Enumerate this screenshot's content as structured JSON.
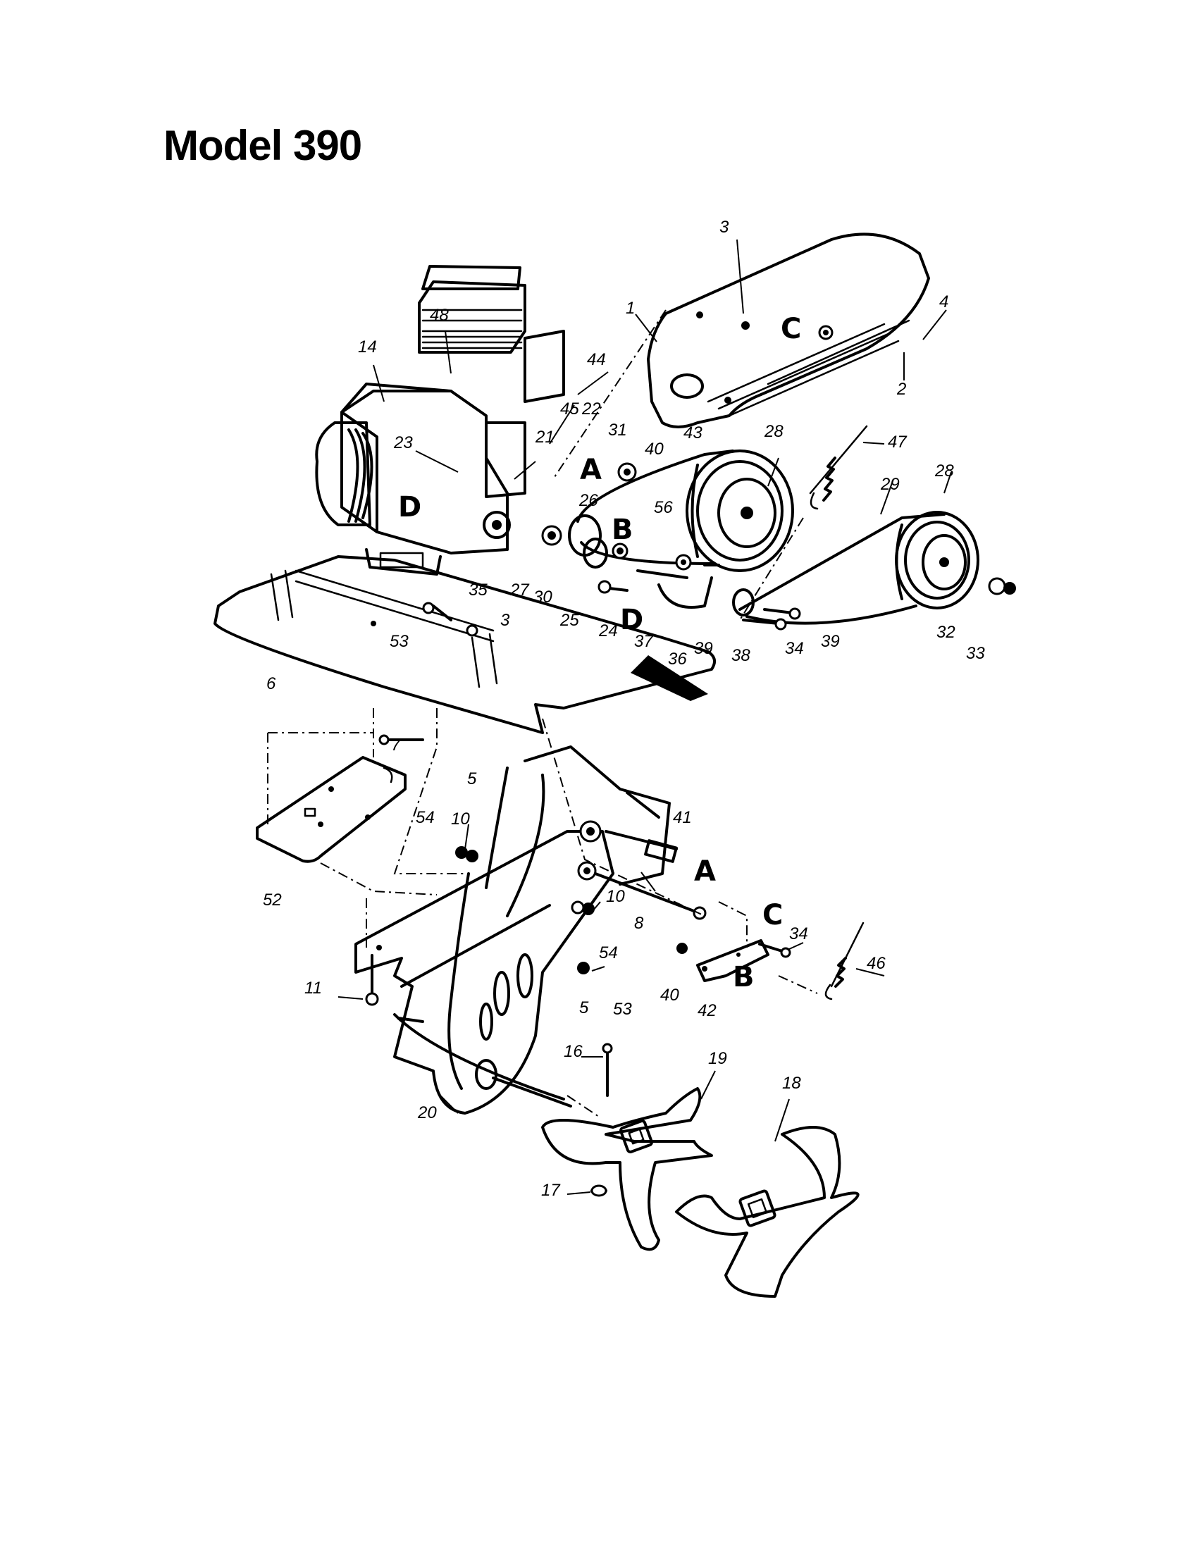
{
  "title": "Model 390",
  "part_labels": [
    {
      "id": "p1",
      "text": "1"
    },
    {
      "id": "p2",
      "text": "2"
    },
    {
      "id": "p3a",
      "text": "3"
    },
    {
      "id": "p3b",
      "text": "3"
    },
    {
      "id": "p4",
      "text": "4"
    },
    {
      "id": "p5a",
      "text": "5"
    },
    {
      "id": "p5b",
      "text": "5"
    },
    {
      "id": "p6",
      "text": "6"
    },
    {
      "id": "p7",
      "text": "7"
    },
    {
      "id": "p8",
      "text": "8"
    },
    {
      "id": "p10a",
      "text": "10"
    },
    {
      "id": "p10b",
      "text": "10"
    },
    {
      "id": "p11",
      "text": "11"
    },
    {
      "id": "p14",
      "text": "14"
    },
    {
      "id": "p16",
      "text": "16"
    },
    {
      "id": "p17",
      "text": "17"
    },
    {
      "id": "p18",
      "text": "18"
    },
    {
      "id": "p19",
      "text": "19"
    },
    {
      "id": "p20",
      "text": "20"
    },
    {
      "id": "p21",
      "text": "21"
    },
    {
      "id": "p22",
      "text": "22"
    },
    {
      "id": "p23",
      "text": "23"
    },
    {
      "id": "p24",
      "text": "24"
    },
    {
      "id": "p25",
      "text": "25"
    },
    {
      "id": "p26",
      "text": "26"
    },
    {
      "id": "p27",
      "text": "27"
    },
    {
      "id": "p28a",
      "text": "28"
    },
    {
      "id": "p28b",
      "text": "28"
    },
    {
      "id": "p29",
      "text": "29"
    },
    {
      "id": "p30",
      "text": "30"
    },
    {
      "id": "p31",
      "text": "31"
    },
    {
      "id": "p32",
      "text": "32"
    },
    {
      "id": "p33",
      "text": "33"
    },
    {
      "id": "p34a",
      "text": "34"
    },
    {
      "id": "p34b",
      "text": "34"
    },
    {
      "id": "p35",
      "text": "35"
    },
    {
      "id": "p36",
      "text": "36"
    },
    {
      "id": "p37",
      "text": "37"
    },
    {
      "id": "p38",
      "text": "38"
    },
    {
      "id": "p39a",
      "text": "39"
    },
    {
      "id": "p39b",
      "text": "39"
    },
    {
      "id": "p40a",
      "text": "40"
    },
    {
      "id": "p40b",
      "text": "40"
    },
    {
      "id": "p41",
      "text": "41"
    },
    {
      "id": "p42",
      "text": "42"
    },
    {
      "id": "p43",
      "text": "43"
    },
    {
      "id": "p44",
      "text": "44"
    },
    {
      "id": "p45",
      "text": "45"
    },
    {
      "id": "p46",
      "text": "46"
    },
    {
      "id": "p47",
      "text": "47"
    },
    {
      "id": "p48",
      "text": "48"
    },
    {
      "id": "p52",
      "text": "52"
    },
    {
      "id": "p53a",
      "text": "53"
    },
    {
      "id": "p53b",
      "text": "53"
    },
    {
      "id": "p54a",
      "text": "54"
    },
    {
      "id": "p54b",
      "text": "54"
    },
    {
      "id": "p56",
      "text": "56"
    }
  ],
  "ref_letters": [
    {
      "id": "refA1",
      "text": "A"
    },
    {
      "id": "refA2",
      "text": "A"
    },
    {
      "id": "refB1",
      "text": "B"
    },
    {
      "id": "refB2",
      "text": "B"
    },
    {
      "id": "refC1",
      "text": "C"
    },
    {
      "id": "refC2",
      "text": "C"
    },
    {
      "id": "refD1",
      "text": "D"
    },
    {
      "id": "refD2",
      "text": "D"
    }
  ]
}
